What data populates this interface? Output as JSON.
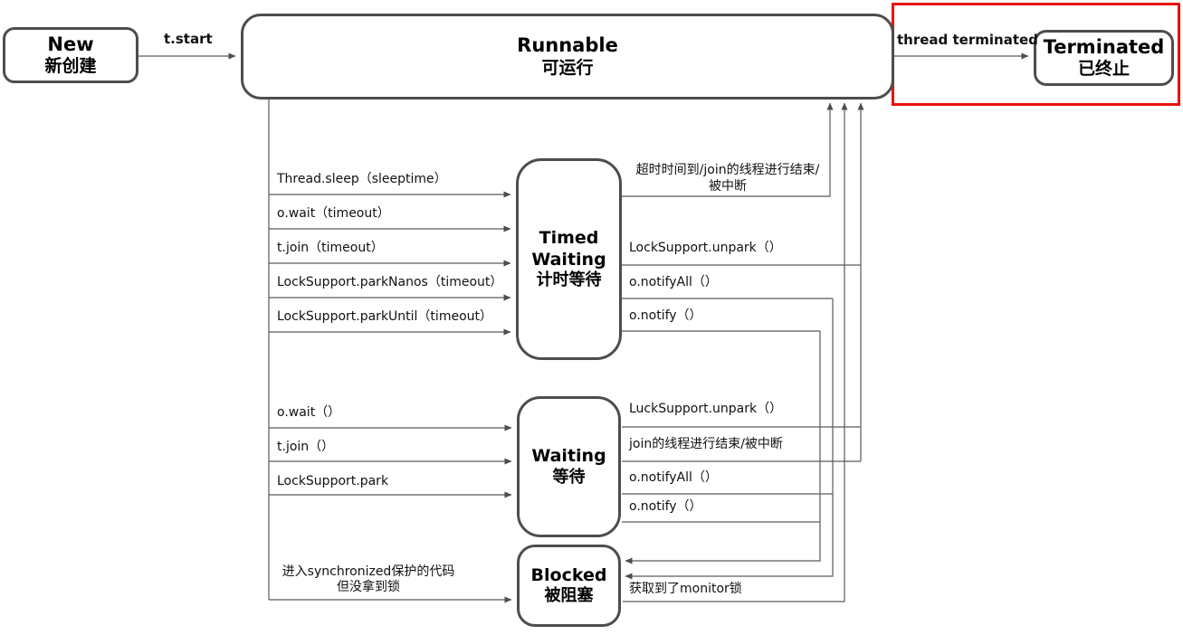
{
  "colors": {
    "highlight_red": "#e8130d",
    "box_border": "#4d4d4d",
    "line": "#5a5a5a"
  },
  "states": {
    "new": {
      "en": "New",
      "zh": "新创建"
    },
    "runnable": {
      "en": "Runnable",
      "zh": "可运行"
    },
    "terminated": {
      "en": "Terminated",
      "zh": "已终止"
    },
    "timed_waiting": {
      "en": "Timed Waiting",
      "zh": "计时等待"
    },
    "waiting": {
      "en": "Waiting",
      "zh": "等待"
    },
    "blocked": {
      "en": "Blocked",
      "zh": "被阻塞"
    }
  },
  "edges": {
    "t_start": "t.start",
    "thread_terminated": "thread terminated",
    "to_timed_waiting": [
      "Thread.sleep（sleeptime）",
      "o.wait（timeout）",
      "t.join（timeout）",
      "LockSupport.parkNanos（timeout）",
      "LockSupport.parkUntil（timeout）"
    ],
    "right_tw": {
      "timeout_line1": "超时时间到/join的线程进行结束/",
      "timeout_line2": "被中断",
      "unpark": "LockSupport.unpark（）",
      "notify_all": "o.notifyAll（）",
      "notify": "o.notify（）"
    },
    "to_waiting": [
      "o.wait（）",
      "t.join（）",
      "LockSupport.park"
    ],
    "right_w": {
      "unpark": "LuckSupport.unpark（）",
      "join_end": "join的线程进行结束/被中断",
      "notify_all": "o.notifyAll（）",
      "notify": "o.notify（）"
    },
    "to_blocked": {
      "line1": "进入synchronized保护的代码",
      "line2": "但没拿到锁"
    },
    "blocked_to_runnable": "获取到了monitor锁"
  }
}
